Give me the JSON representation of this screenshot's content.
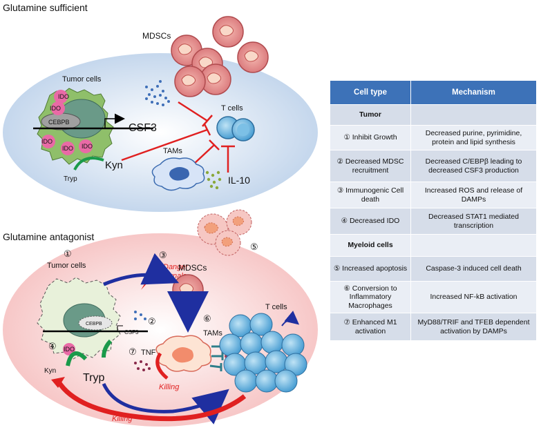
{
  "top_panel": {
    "title": "Glutamine sufficient",
    "mdscs": "MDSCs",
    "tumor_cells": "Tumor cells",
    "ido": "IDO",
    "cebpb": "CEBPB",
    "csf3": "CSF3",
    "t_cells": "T cells",
    "tams": "TAMs",
    "kyn": "Kyn",
    "tryp": "Tryp",
    "il10": "IL-10"
  },
  "bottom_panel": {
    "title": "Glutamine antagonist",
    "mdscs": "MDSCs",
    "tumor_cells": "Tumor cells",
    "danger_signals_1": "Danger",
    "danger_signals_2": "signals",
    "cebpb": "CEBPB",
    "csf3": "CSF3",
    "ido": "IDO",
    "tnf": "TNF",
    "tams": "TAMs",
    "t_cells": "T cells",
    "kyn": "Kyn",
    "tryp": "Tryp",
    "killing": "Killing",
    "markers": {
      "m1": "①",
      "m2": "②",
      "m3": "③",
      "m4": "④",
      "m5": "⑤",
      "m6": "⑥",
      "m7": "⑦"
    }
  },
  "table": {
    "header": [
      "Cell type",
      "Mechanism"
    ],
    "rows": [
      {
        "type": "Tumor",
        "mech": ""
      },
      {
        "type": "① Inhibit Growth",
        "mech": "Decreased purine, pyrimidine, protein and lipid synthesis"
      },
      {
        "type": "② Decreased MDSC recruitment",
        "mech": "Decreased C/EBPβ leading to decreased CSF3 production"
      },
      {
        "type": "③ Immunogenic Cell death",
        "mech": "Increased ROS and release of DAMPs"
      },
      {
        "type": "④ Decreased IDO",
        "mech": "Decreased STAT1 mediated transcription"
      },
      {
        "type": "Myeloid cells",
        "mech": ""
      },
      {
        "type": "⑤ Increased apoptosis",
        "mech": "Caspase-3 induced cell death"
      },
      {
        "type": "⑥ Conversion to Inflammatory Macrophages",
        "mech": "Increased NF-kB activation"
      },
      {
        "type": "⑦ Enhanced M1 activation",
        "mech": "MyD88/TRIF and TFEB dependent activation by DAMPs"
      }
    ]
  },
  "colors": {
    "top_ellipse": "#c9d9ee",
    "bottom_ellipse": "#f7cfcf",
    "tumor_green": "#8fbf6a",
    "inhibit_red": "#e02020",
    "header_blue": "#3d72b8",
    "t_cell_blue": "#5aaad8",
    "mdsc_red": "#e8888a"
  }
}
